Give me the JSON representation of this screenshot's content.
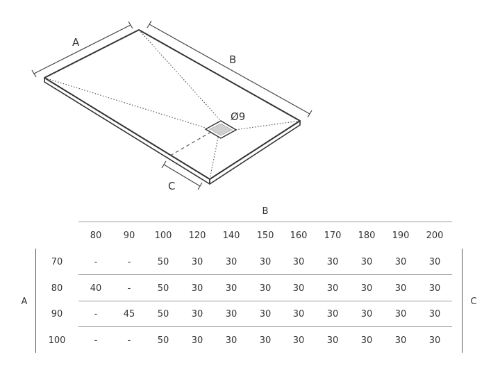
{
  "diagram": {
    "label_a": "A",
    "label_b": "B",
    "label_c": "C",
    "drain_label": "Ø9"
  },
  "table": {
    "col_group_label": "B",
    "row_group_label": "A",
    "right_label": "C",
    "columns": [
      "80",
      "90",
      "100",
      "120",
      "140",
      "150",
      "160",
      "170",
      "180",
      "190",
      "200"
    ],
    "rows": [
      {
        "label": "70",
        "cells": [
          "-",
          "-",
          "50",
          "30",
          "30",
          "30",
          "30",
          "30",
          "30",
          "30",
          "30"
        ]
      },
      {
        "label": "80",
        "cells": [
          "40",
          "-",
          "50",
          "30",
          "30",
          "30",
          "30",
          "30",
          "30",
          "30",
          "30"
        ]
      },
      {
        "label": "90",
        "cells": [
          "-",
          "45",
          "50",
          "30",
          "30",
          "30",
          "30",
          "30",
          "30",
          "30",
          "30"
        ]
      },
      {
        "label": "100",
        "cells": [
          "-",
          "-",
          "50",
          "30",
          "30",
          "30",
          "30",
          "30",
          "30",
          "30",
          "30"
        ]
      }
    ]
  }
}
